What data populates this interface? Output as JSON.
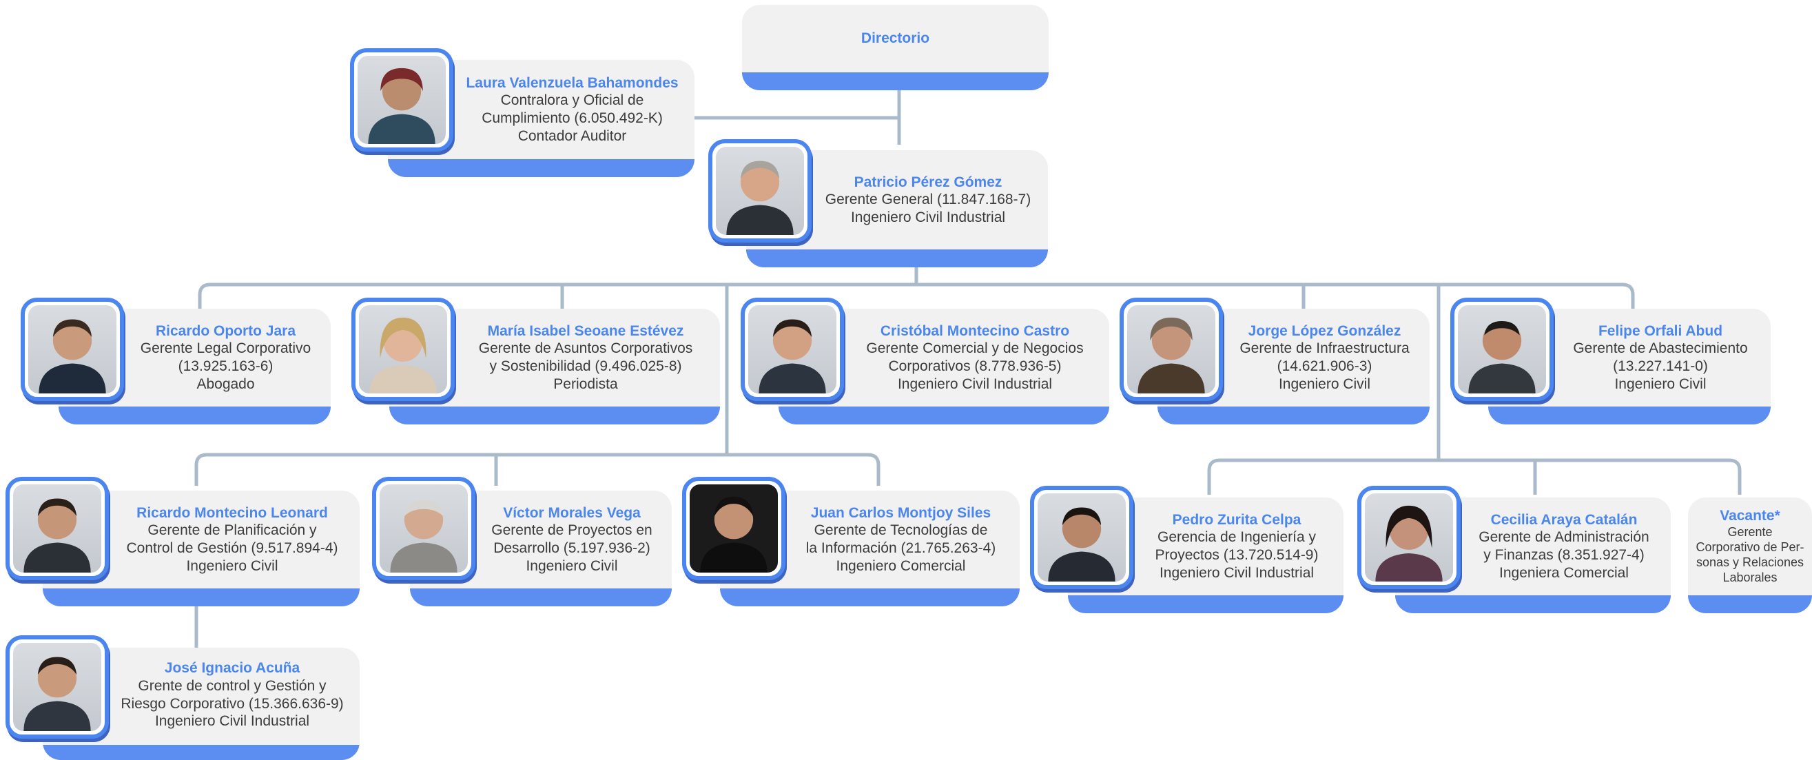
{
  "colors": {
    "accent": "#4a86ee",
    "bar": "#5b8ef0",
    "card": "#f1f1f1",
    "line": "#a9bacb",
    "text": "#3c3c3c"
  },
  "board": {
    "label": "Directorio"
  },
  "people": {
    "contralora": {
      "name": "Laura Valenzuela Bahamondes",
      "lines": [
        "Contralora y Oficial de",
        "Cumplimiento (6.050.492-K)",
        "Contador Auditor"
      ]
    },
    "ceo": {
      "name": "Patricio Pérez Gómez",
      "lines": [
        "Gerente General (11.847.168-7)",
        "Ingeniero Civil Industrial"
      ]
    },
    "legal": {
      "name": "Ricardo Oporto Jara",
      "lines": [
        "Gerente Legal Corporativo",
        "(13.925.163-6)",
        "Abogado"
      ]
    },
    "asuntos": {
      "name": "María Isabel Seoane Estévez",
      "lines": [
        "Gerente de Asuntos Corporativos",
        "y Sostenibilidad (9.496.025-8)",
        "Periodista"
      ]
    },
    "comercial": {
      "name": "Cristóbal Montecino Castro",
      "lines": [
        "Gerente Comercial y de Negocios",
        "Corporativos (8.778.936-5)",
        "Ingeniero Civil Industrial"
      ]
    },
    "infra": {
      "name": "Jorge López González",
      "lines": [
        "Gerente de Infraestructura",
        "(14.621.906-3)",
        "Ingeniero Civil"
      ]
    },
    "abast": {
      "name": "Felipe Orfali Abud",
      "lines": [
        "Gerente de Abastecimiento",
        "(13.227.141-0)",
        "Ingeniero Civil"
      ]
    },
    "planif": {
      "name": "Ricardo Montecino Leonard",
      "lines": [
        "Gerente de Planificación y",
        "Control de Gestión (9.517.894-4)",
        "Ingeniero Civil"
      ]
    },
    "proyectos": {
      "name": "Víctor Morales Vega",
      "lines": [
        "Gerente de Proyectos en",
        "Desarrollo (5.197.936-2)",
        "Ingeniero Civil"
      ]
    },
    "tecno": {
      "name": "Juan Carlos Montjoy Siles",
      "lines": [
        "Gerente de Tecnologías de",
        "la Información (21.765.263-4)",
        "Ingeniero Comercial"
      ]
    },
    "ingenieria": {
      "name": "Pedro Zurita Celpa",
      "lines": [
        "Gerencia de Ingeniería y",
        "Proyectos (13.720.514-9)",
        "Ingeniero Civil Industrial"
      ]
    },
    "admin": {
      "name": "Cecilia Araya Catalán",
      "lines": [
        "Gerente de Administración",
        "y Finanzas (8.351.927-4)",
        "Ingeniera Comercial"
      ]
    },
    "vacante": {
      "name": "Vacante*",
      "lines": [
        "Gerente",
        "Corporativo de Per-",
        "sonas y Relaciones",
        "Laborales"
      ]
    },
    "riesgo": {
      "name": "José Ignacio Acuña",
      "lines": [
        "Grente de control y Gestión y",
        "Riesgo Corporativo (15.366.636-9)",
        "Ingeniero Civil Industrial"
      ]
    }
  }
}
